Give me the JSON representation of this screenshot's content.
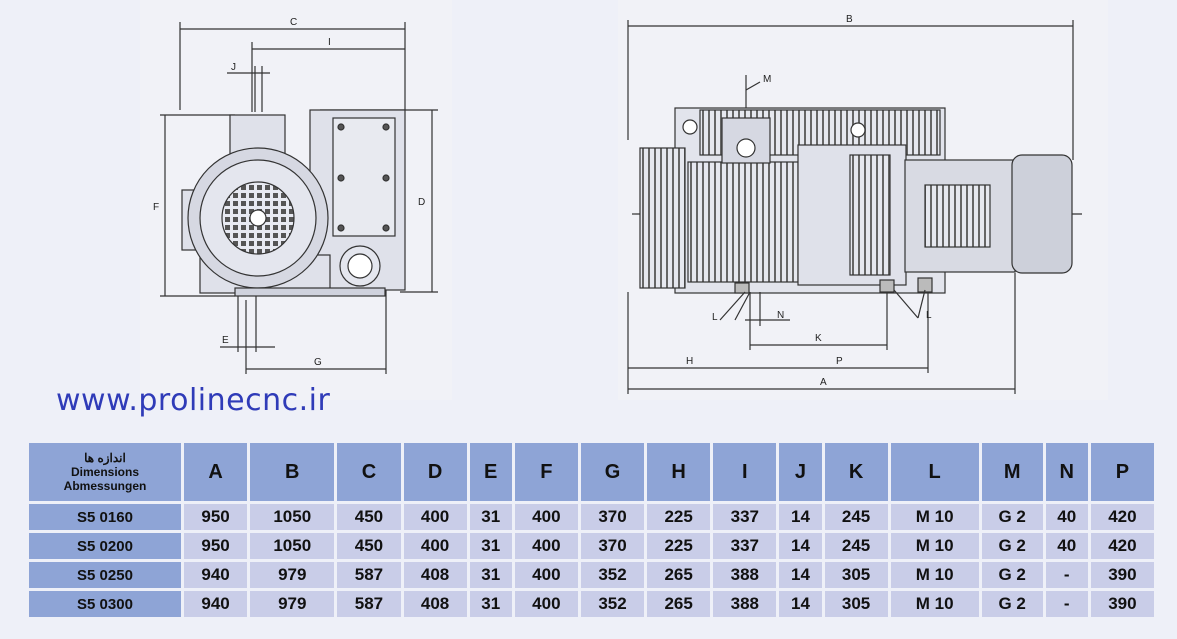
{
  "website": "www.prolinecnc.ir",
  "table": {
    "header_fa": "اندازه ها",
    "header_en": "Dimensions",
    "header_de": "Abmessungen",
    "columns": [
      "A",
      "B",
      "C",
      "D",
      "E",
      "F",
      "G",
      "H",
      "I",
      "J",
      "K",
      "L",
      "M",
      "N",
      "P"
    ],
    "rows": [
      {
        "model": "S5 0160",
        "values": [
          "950",
          "1050",
          "450",
          "400",
          "31",
          "400",
          "370",
          "225",
          "337",
          "14",
          "245",
          "M 10",
          "G 2",
          "40",
          "420"
        ]
      },
      {
        "model": "S5 0200",
        "values": [
          "950",
          "1050",
          "450",
          "400",
          "31",
          "400",
          "370",
          "225",
          "337",
          "14",
          "245",
          "M 10",
          "G 2",
          "40",
          "420"
        ]
      },
      {
        "model": "S5 0250",
        "values": [
          "940",
          "979",
          "587",
          "408",
          "31",
          "400",
          "352",
          "265",
          "388",
          "14",
          "305",
          "M 10",
          "G 2",
          "-",
          "390"
        ]
      },
      {
        "model": "S5 0300",
        "values": [
          "940",
          "979",
          "587",
          "408",
          "31",
          "400",
          "352",
          "265",
          "388",
          "14",
          "305",
          "M 10",
          "G 2",
          "-",
          "390"
        ]
      }
    ]
  },
  "drawing_labels": {
    "front": {
      "C": "C",
      "I": "I",
      "J": "J",
      "F": "F",
      "D": "D",
      "E": "E",
      "G": "G"
    },
    "side": {
      "B": "B",
      "M": "M",
      "L1": "L",
      "N": "N",
      "K": "K",
      "L2": "L",
      "H": "H",
      "P": "P",
      "A": "A"
    }
  }
}
